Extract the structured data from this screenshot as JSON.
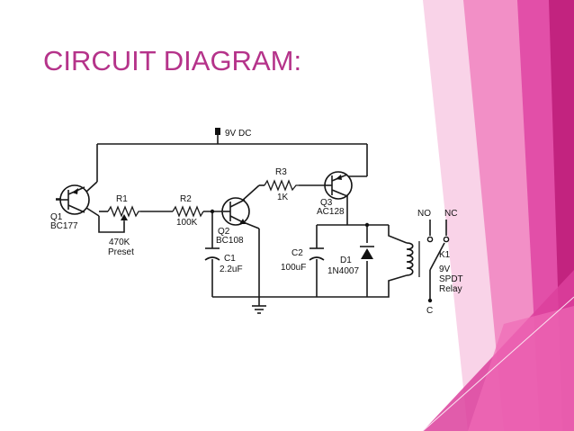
{
  "slide": {
    "title": "CIRCUIT DIAGRAM:",
    "accent_color": "#b5338a",
    "decor_colors": [
      "#c2237f",
      "#e24fa8",
      "#f094c9",
      "#f9cde6"
    ]
  },
  "circuit": {
    "supply_label": "9V DC",
    "components": {
      "q1": {
        "ref": "Q1",
        "part": "BC177"
      },
      "r1": {
        "ref": "R1",
        "value": "470K",
        "note": "Preset"
      },
      "r2": {
        "ref": "R2",
        "value": "100K"
      },
      "q2": {
        "ref": "Q2",
        "part": "BC108"
      },
      "c1": {
        "ref": "C1",
        "value": "2.2uF"
      },
      "r3": {
        "ref": "R3",
        "value": "1K"
      },
      "q3": {
        "ref": "Q3",
        "part": "AC128"
      },
      "c2": {
        "ref": "C2",
        "value": "100uF"
      },
      "d1": {
        "ref": "D1",
        "part": "1N4007"
      },
      "k1": {
        "ref": "K1",
        "value": "9V",
        "type1": "SPDT",
        "type2": "Relay"
      }
    },
    "contacts": {
      "no": "NO",
      "nc": "NC",
      "common": "C"
    }
  }
}
